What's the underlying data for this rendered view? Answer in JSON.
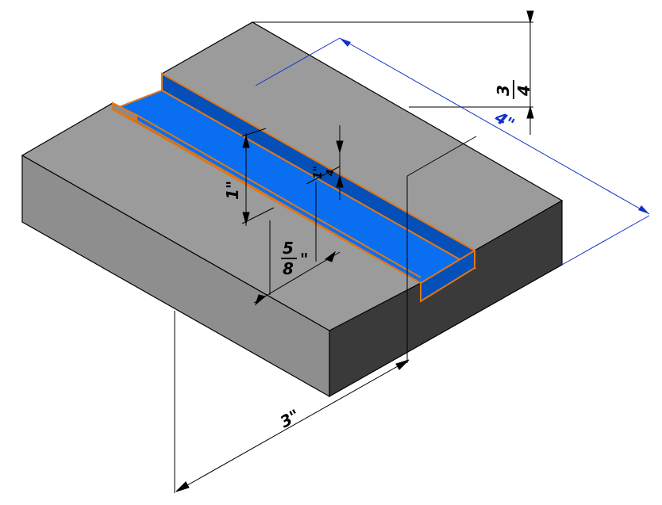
{
  "colors": {
    "top_face": "#999999",
    "front_face": "#909090",
    "side_face": "#3a3a3a",
    "channel_floor": "#0a6ef0",
    "channel_wall": "#0550b8",
    "feature_outline": "#e07818",
    "dim_line": "#000000",
    "dim_line_blue": "#1030c8",
    "edge": "#000000"
  },
  "dimensions": {
    "height": {
      "num": "3",
      "den": "4",
      "unit": "\""
    },
    "length": {
      "text": "4\""
    },
    "depth": {
      "text": "1\""
    },
    "wall": {
      "text": "1\""
    },
    "wall_sub": {
      "text": "4"
    },
    "offset": {
      "num": "5",
      "den": "8",
      "unit": "\""
    },
    "width": {
      "text": "3\""
    }
  }
}
